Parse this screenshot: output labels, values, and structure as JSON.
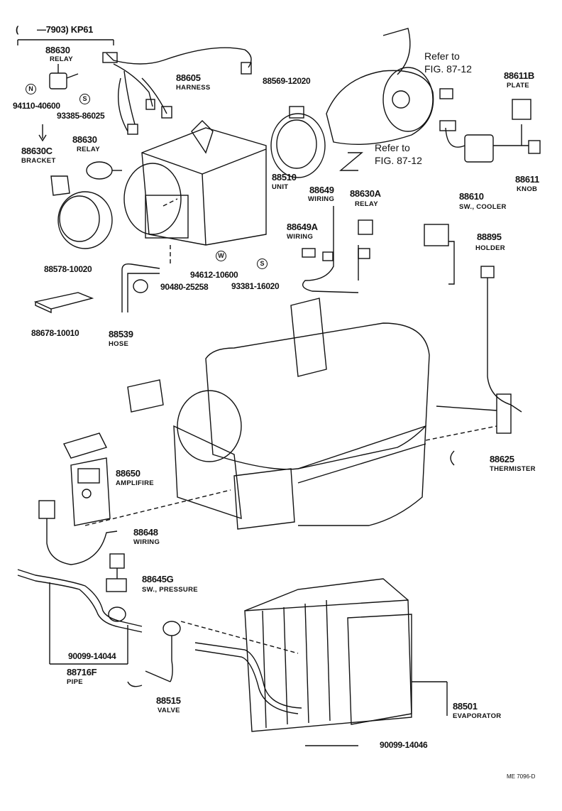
{
  "header": {
    "range_left": "(",
    "range_mid": "—7903) KP61"
  },
  "labels": {
    "p88630_top": "88630",
    "relay_top": "RELAY",
    "p88605": "88605",
    "harness": "HARNESS",
    "p94110": "94110-40600",
    "p93385": "93385-86025",
    "p88630_mid": "88630",
    "relay_mid": "RELAY",
    "p88630c": "88630C",
    "bracket": "BRACKET",
    "p88569": "88569-12020",
    "ref1_a": "Refer to",
    "ref1_b": "FIG. 87-12",
    "ref2_a": "Refer to",
    "ref2_b": "FIG. 87-12",
    "p88611b": "88611B",
    "plate": "PLATE",
    "p88510": "88510",
    "unit": "UNIT",
    "p88611": "88611",
    "knob": "KNOB",
    "p88610": "88610",
    "sw_cooler": "SW., COOLER",
    "p88649": "88649",
    "wiring_649": "WIRING",
    "p88630a": "88630A",
    "relay_a": "RELAY",
    "p88649a": "88649A",
    "wiring_649a": "WIRING",
    "p88895": "88895",
    "holder": "HOLDER",
    "p88578": "88578-10020",
    "p94612": "94612-10600",
    "p93381": "93381-16020",
    "p90480": "90480-25258",
    "p88678": "88678-10010",
    "p88539": "88539",
    "hose": "HOSE",
    "p88650": "88650",
    "amplifire": "AMPLIFIRE",
    "p88625": "88625",
    "thermister": "THERMISTER",
    "p88648": "88648",
    "wiring_648": "WIRING",
    "p88645g": "88645G",
    "sw_pressure": "SW., PRESSURE",
    "p90099_044": "90099-14044",
    "p88716f": "88716F",
    "pipe": "PIPE",
    "p88515": "88515",
    "valve": "VALVE",
    "p88501": "88501",
    "evaporator": "EVAPORATOR",
    "p90099_046": "90099-14046",
    "code": "ME 7096-D"
  },
  "symbols": {
    "n": "N",
    "s": "S",
    "w": "W"
  }
}
